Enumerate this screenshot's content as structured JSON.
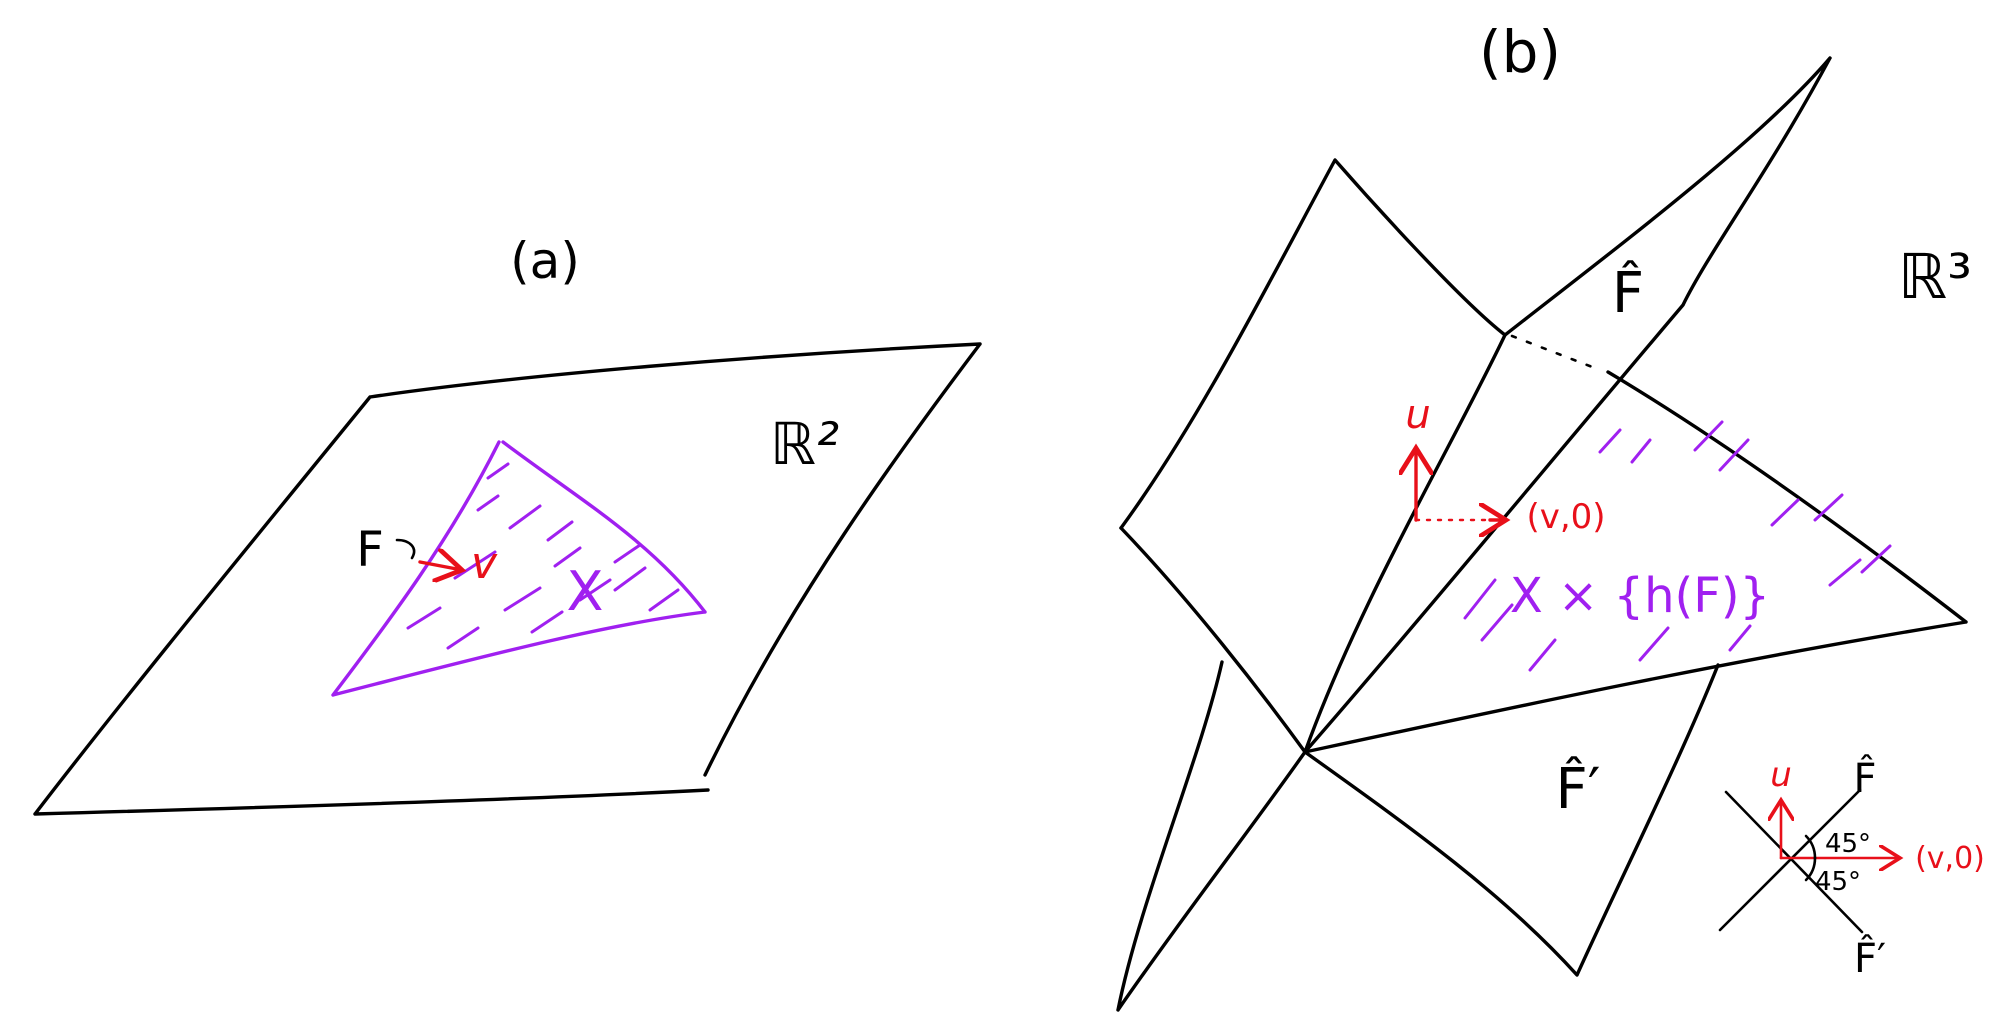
{
  "panel_a": {
    "title": "(a)",
    "space_label": "ℝ²",
    "face_label": "F",
    "vector_label": "v",
    "set_label": "X"
  },
  "panel_b": {
    "title": "(b)",
    "space_label": "ℝ³",
    "plane_hat_label": "F̂",
    "plane_hat_prime_label": "F̂′",
    "up_vector_label": "u",
    "lifted_vector_label": "(v,0)",
    "lifted_set_label": "X × {h(F)}"
  },
  "inset": {
    "up_vector_label": "u",
    "horizontal_vector_label": "(v,0)",
    "plane_hat_label": "F̂",
    "plane_hat_prime_label": "F̂′",
    "angle_upper_label": "45°",
    "angle_lower_label": "45°"
  },
  "colors": {
    "ink": "#000000",
    "set": "#a020f0",
    "vector": "#e8101a"
  }
}
